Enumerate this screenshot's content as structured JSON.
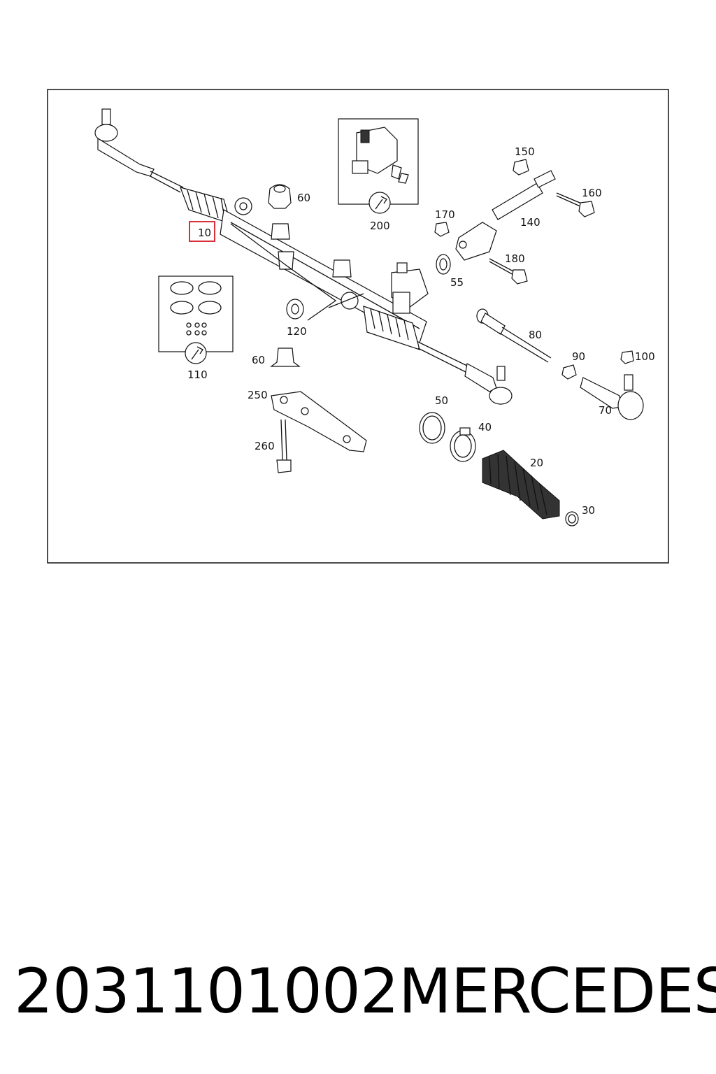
{
  "diagram": {
    "highlight_color": "#d9303a",
    "highlighted_label": "10",
    "labels": [
      "10",
      "20",
      "30",
      "40",
      "50",
      "55",
      "60",
      "60",
      "70",
      "80",
      "90",
      "100",
      "110",
      "120",
      "140",
      "150",
      "160",
      "170",
      "180",
      "200",
      "250",
      "260"
    ]
  },
  "caption": {
    "part_number": "2031101002",
    "brand": "MERCEDES"
  }
}
